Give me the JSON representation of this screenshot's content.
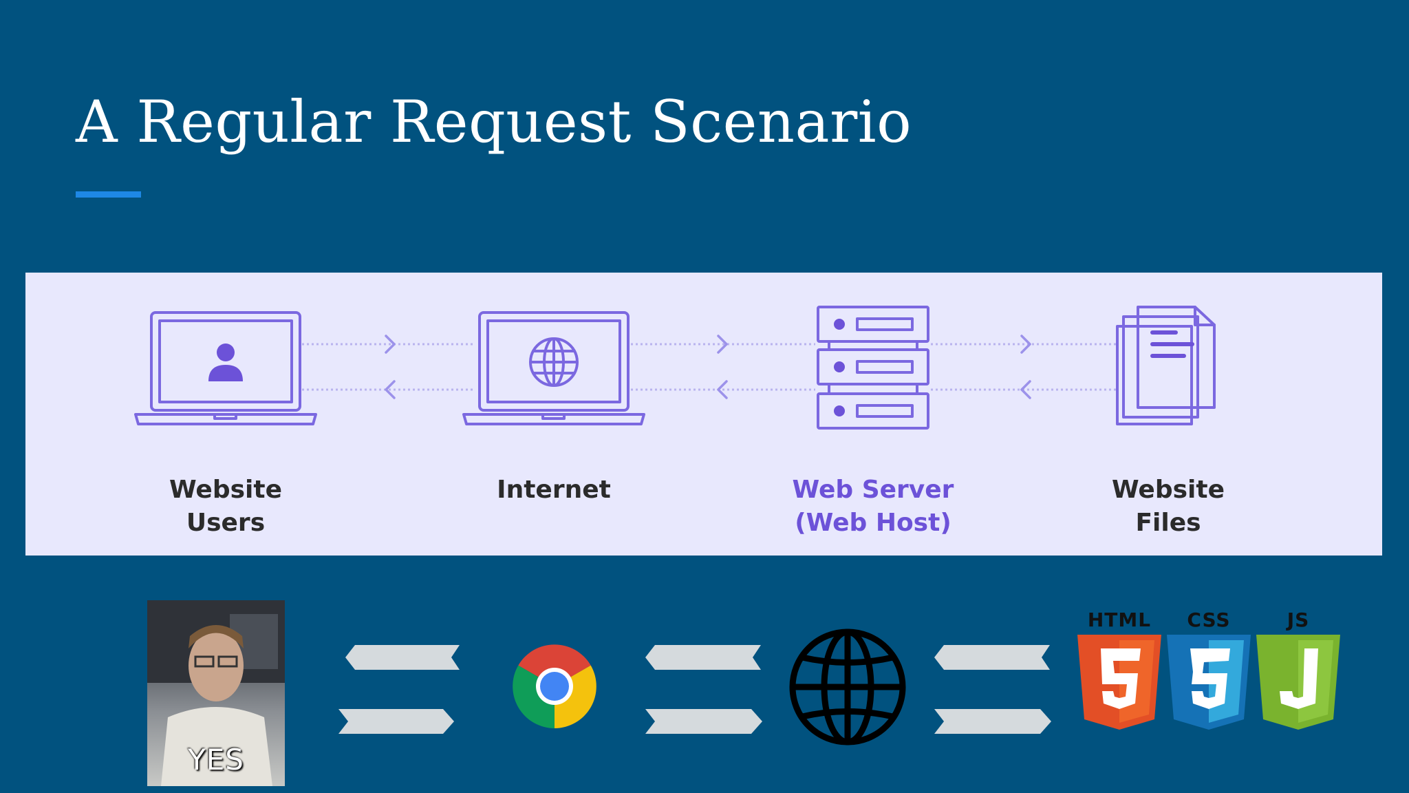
{
  "slide": {
    "title": "A Regular Request Scenario"
  },
  "diagram": {
    "nodes": [
      {
        "icon": "laptop-user-icon",
        "label_line1": "Website",
        "label_line2": "Users"
      },
      {
        "icon": "laptop-globe-icon",
        "label_line1": "Internet",
        "label_line2": ""
      },
      {
        "icon": "server-stack-icon",
        "label_line1": "Web Server",
        "label_line2": "(Web Host)"
      },
      {
        "icon": "documents-icon",
        "label_line1": "Website",
        "label_line2": "Files"
      }
    ],
    "colors": {
      "panel": "#e8e8fd",
      "icon_stroke": "#7b68e0",
      "accent_label": "#6c52d8",
      "label": "#2b2b2b"
    }
  },
  "bottom_row": {
    "gif_caption": "YES",
    "icons": [
      "yes-gif-image",
      "chrome-icon",
      "globe-icon",
      "html5-logo",
      "css3-logo",
      "js-logo"
    ],
    "logo_labels": {
      "html": "HTML",
      "css": "CSS",
      "js": "JS"
    }
  }
}
